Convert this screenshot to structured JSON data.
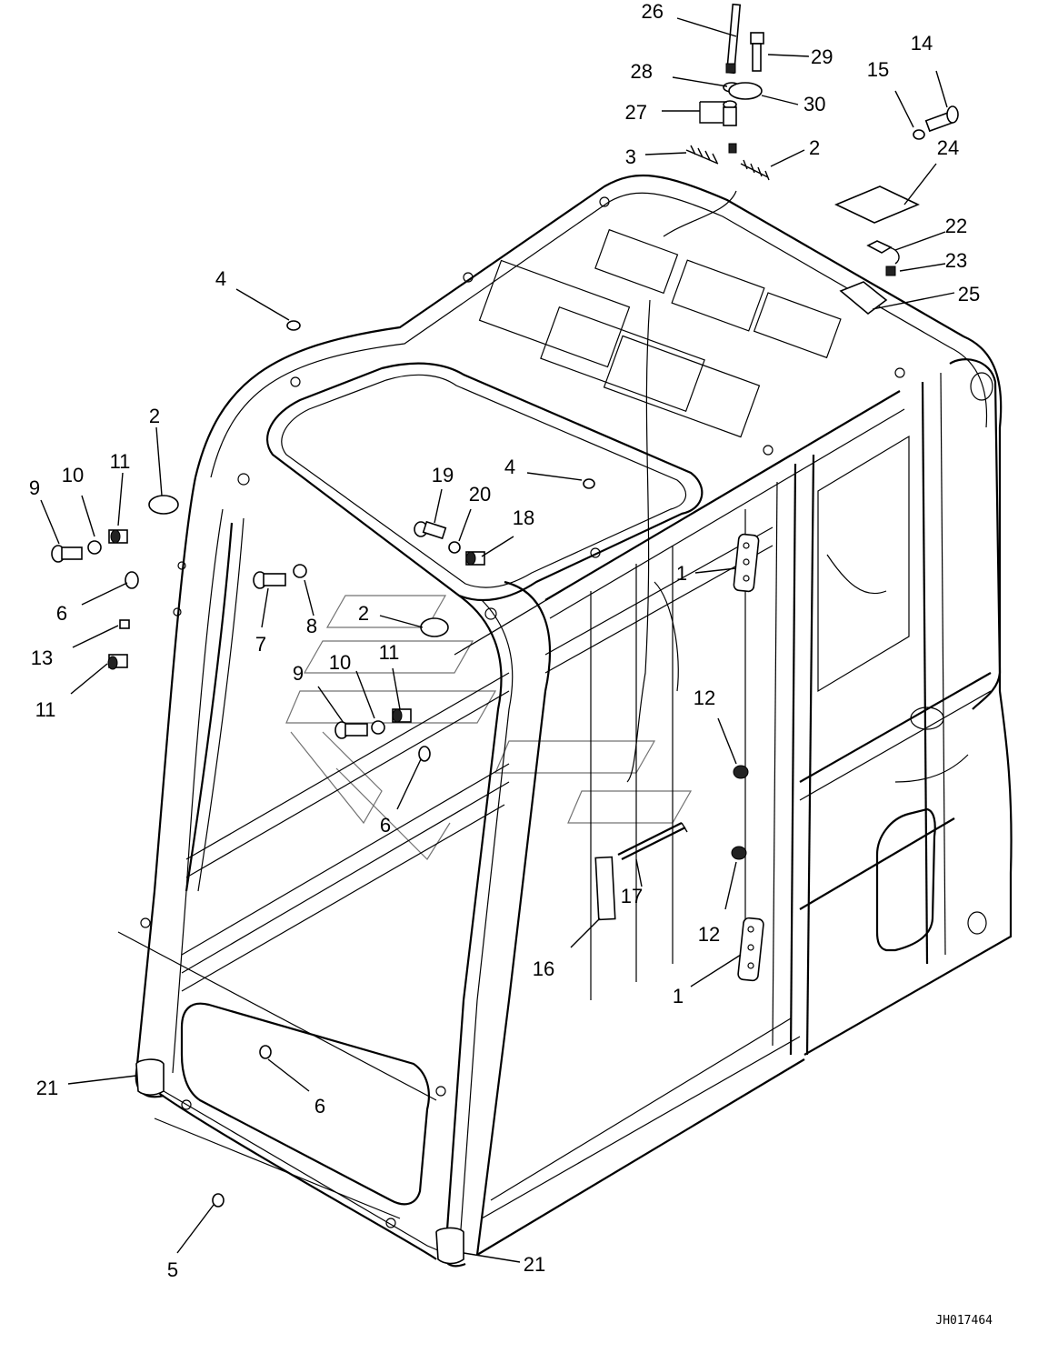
{
  "drawing_code": "JH017464",
  "callouts": {
    "c1a": "1",
    "c1b": "1",
    "c2a": "2",
    "c2b": "2",
    "c2c": "2",
    "c3": "3",
    "c4a": "4",
    "c4b": "4",
    "c5": "5",
    "c6a": "6",
    "c6b": "6",
    "c6c": "6",
    "c7": "7",
    "c8": "8",
    "c9a": "9",
    "c9b": "9",
    "c10a": "10",
    "c10b": "10",
    "c11a": "11",
    "c11b": "11",
    "c11c": "11",
    "c12a": "12",
    "c12b": "12",
    "c13": "13",
    "c14": "14",
    "c15": "15",
    "c16": "16",
    "c17": "17",
    "c18": "18",
    "c19": "19",
    "c20": "20",
    "c21a": "21",
    "c21b": "21",
    "c22": "22",
    "c23": "23",
    "c24": "24",
    "c25": "25",
    "c26": "26",
    "c27": "27",
    "c28": "28",
    "c29": "29",
    "c30": "30"
  }
}
